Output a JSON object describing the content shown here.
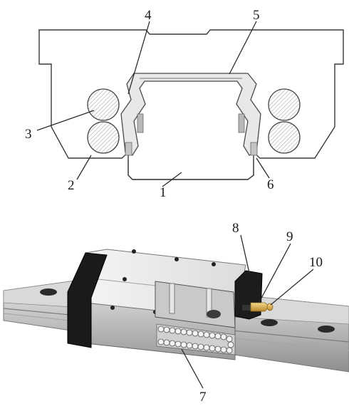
{
  "figure": {
    "top_view": {
      "labels": [
        "1",
        "2",
        "3",
        "4",
        "5",
        "6"
      ]
    },
    "bottom_view": {
      "labels": [
        "7",
        "8",
        "9",
        "10"
      ]
    }
  }
}
